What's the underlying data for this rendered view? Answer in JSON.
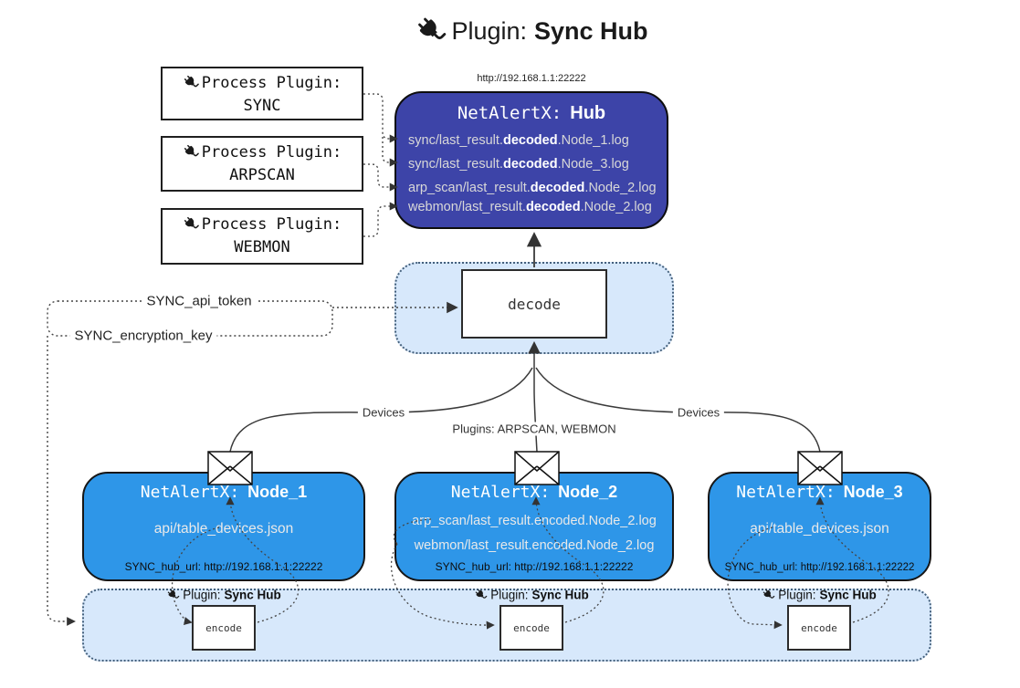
{
  "title": {
    "prefix": "Plugin:",
    "name": "Sync Hub"
  },
  "hub": {
    "url": "http://192.168.1.1:22222",
    "name_prefix": "NetAlertX:",
    "name": "Hub",
    "logs": [
      {
        "pre": "sync/last_result.",
        "mid": "decoded",
        "post": ".Node_1.log"
      },
      {
        "pre": "sync/last_result.",
        "mid": "decoded",
        "post": ".Node_3.log"
      },
      {
        "pre": "arp_scan/last_result.",
        "mid": "decoded",
        "post": ".Node_2.log"
      },
      {
        "pre": "webmon/last_result.",
        "mid": "decoded",
        "post": ".Node_2.log"
      }
    ]
  },
  "process_plugins": [
    {
      "label": "Process Plugin:",
      "name": "SYNC"
    },
    {
      "label": "Process Plugin:",
      "name": "ARPSCAN"
    },
    {
      "label": "Process Plugin:",
      "name": "WEBMON"
    }
  ],
  "decode_label": "decode",
  "encode_label": "encode",
  "settings": {
    "api_token": "SYNC_api_token",
    "encryption_key": "SYNC_encryption_key"
  },
  "edge_labels": {
    "devices_left": "Devices",
    "devices_right": "Devices",
    "plugins_middle": "Plugins: ARPSCAN, WEBMON"
  },
  "nodes": [
    {
      "name_prefix": "NetAlertX:",
      "name": "Node_1",
      "files": [
        "api/table_devices.json"
      ],
      "hub_url": "SYNC_hub_url: http://192.168.1.1:22222"
    },
    {
      "name_prefix": "NetAlertX:",
      "name": "Node_2",
      "files": [
        "arp_scan/last_result.encoded.Node_2.log",
        "webmon/last_result.encoded.Node_2.log"
      ],
      "hub_url": "SYNC_hub_url: http://192.168.1.1:22222"
    },
    {
      "name_prefix": "NetAlertX:",
      "name": "Node_3",
      "files": [
        "api/table_devices.json"
      ],
      "hub_url": "SYNC_hub_url: http://192.168.1.1:22222"
    }
  ],
  "band": {
    "plugin_prefix": "Plugin:",
    "plugin_name": "Sync Hub"
  },
  "colors": {
    "hub_fill": "#3d44a8",
    "node_fill": "#2e96e8",
    "panel_fill": "#d7e8fb",
    "panel_border": "#44607c",
    "line": "#333333"
  }
}
